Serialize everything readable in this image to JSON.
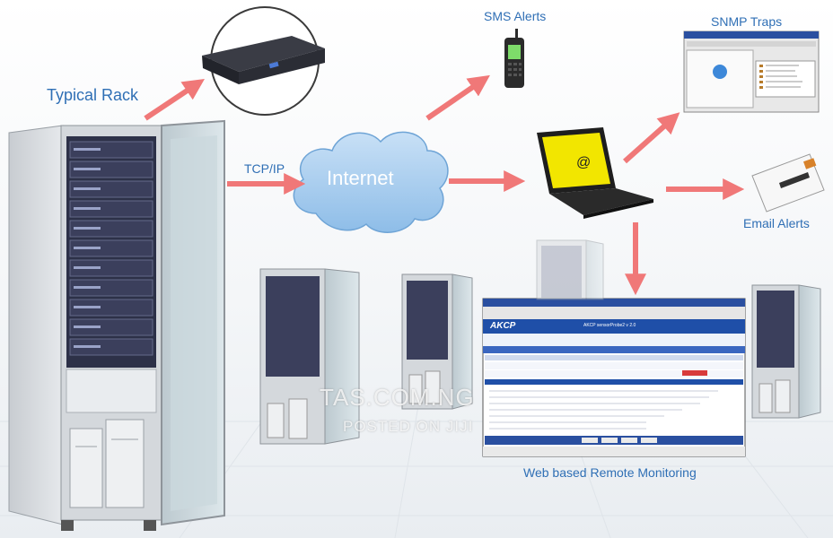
{
  "labels": {
    "typical_rack": "Typical Rack",
    "tcp_ip": "TCP/IP",
    "internet": "Internet",
    "sms_alerts": "SMS Alerts",
    "snmp_traps": "SNMP Traps",
    "email_alerts": "Email Alerts",
    "web_monitoring": "Web based Remote Monitoring"
  },
  "monitor_screen": {
    "logo": "AKCP",
    "header_title": "AKCP sensorProbe2 v 2.0"
  },
  "watermark": {
    "line1": "TAS.COM.NG",
    "line2": "POSTED ON JIJI"
  },
  "colors": {
    "arrow": "#f07878",
    "label": "#2f6fb5",
    "cloud": "#a9cdee",
    "laptop_screen": "#f2e600",
    "rack_body": "#d9dde1",
    "rack_door_glass": "#c9d6dc",
    "rack_unit": "#3b3f5c",
    "monitor_header": "#1f4fa8"
  }
}
